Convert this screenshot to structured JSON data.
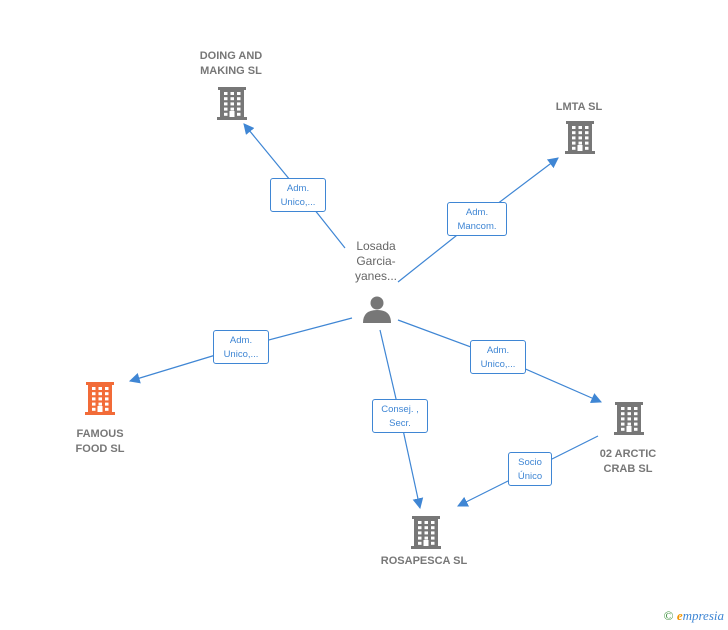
{
  "colors": {
    "edge": "#3f86d4",
    "company": "#777777",
    "company_highlight": "#f26b38",
    "person": "#777777"
  },
  "person": {
    "name": "Losada\nGarcia-\nyanes...",
    "icon": "person-icon"
  },
  "companies": [
    {
      "id": "doing-and-making",
      "name": "DOING AND\nMAKING  SL",
      "icon": "building-icon",
      "highlight": false
    },
    {
      "id": "lmta",
      "name": "LMTA SL",
      "icon": "building-icon",
      "highlight": false
    },
    {
      "id": "famous-food",
      "name": "FAMOUS\nFOOD  SL",
      "icon": "building-icon",
      "highlight": true
    },
    {
      "id": "02-arctic-crab",
      "name": "02 ARCTIC\nCRAB  SL",
      "icon": "building-icon",
      "highlight": false
    },
    {
      "id": "rosapesca",
      "name": "ROSAPESCA SL",
      "icon": "building-icon",
      "highlight": false
    }
  ],
  "edges": [
    {
      "from": "person",
      "to": "doing-and-making",
      "label": "Adm.\nUnico,..."
    },
    {
      "from": "person",
      "to": "lmta",
      "label": "Adm.\nMancom."
    },
    {
      "from": "person",
      "to": "famous-food",
      "label": "Adm.\nUnico,..."
    },
    {
      "from": "person",
      "to": "02-arctic-crab",
      "label": "Adm.\nUnico,..."
    },
    {
      "from": "person",
      "to": "rosapesca",
      "label": "Consej. ,\nSecr."
    },
    {
      "from": "02-arctic-crab",
      "to": "rosapesca",
      "label": "Socio\nÚnico"
    }
  ],
  "footer": {
    "copyright": "©",
    "brand_e": "e",
    "brand_rest": "mpresia"
  }
}
